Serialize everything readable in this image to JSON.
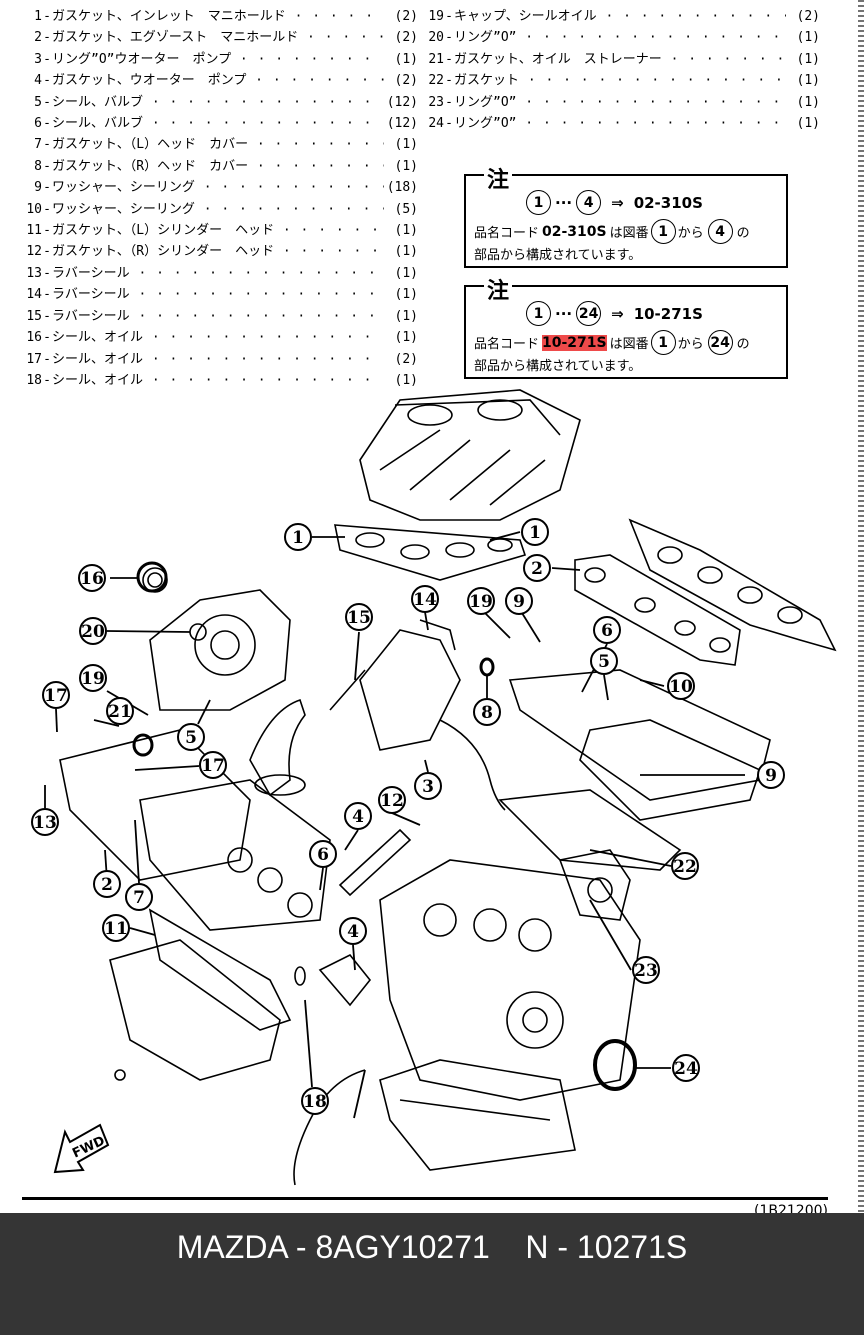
{
  "parts_left": [
    {
      "num": "1",
      "name": "ガスケット、インレット　マニホールド",
      "qty": "(2)"
    },
    {
      "num": "2",
      "name": "ガスケット、エグゾースト　マニホールド",
      "qty": "(2)"
    },
    {
      "num": "3",
      "name": "リング”O”ウオーター　ポンプ",
      "qty": "(1)"
    },
    {
      "num": "4",
      "name": "ガスケット、ウオーター　ポンプ",
      "qty": "(2)"
    },
    {
      "num": "5",
      "name": "シール、バルブ",
      "qty": "(12)"
    },
    {
      "num": "6",
      "name": "シール、バルブ",
      "qty": "(12)"
    },
    {
      "num": "7",
      "name": "ガスケット、（L）ヘッド　カバー",
      "qty": "(1)"
    },
    {
      "num": "8",
      "name": "ガスケット、（R）ヘッド　カバー",
      "qty": "(1)"
    },
    {
      "num": "9",
      "name": "ワッシャー、シーリング",
      "qty": "(18)"
    },
    {
      "num": "10",
      "name": "ワッシャー、シーリング",
      "qty": "(5)"
    },
    {
      "num": "11",
      "name": "ガスケット、（L）シリンダー　ヘッド",
      "qty": "(1)"
    },
    {
      "num": "12",
      "name": "ガスケット、（R）シリンダー　ヘッド",
      "qty": "(1)"
    },
    {
      "num": "13",
      "name": "ラバーシール",
      "qty": "(1)"
    },
    {
      "num": "14",
      "name": "ラバーシール",
      "qty": "(1)"
    },
    {
      "num": "15",
      "name": "ラバーシール",
      "qty": "(1)"
    },
    {
      "num": "16",
      "name": "シール、オイル",
      "qty": "(1)"
    },
    {
      "num": "17",
      "name": "シール、オイル",
      "qty": "(2)"
    },
    {
      "num": "18",
      "name": "シール、オイル",
      "qty": "(1)"
    }
  ],
  "parts_right": [
    {
      "num": "19",
      "name": "キャップ、シールオイル",
      "qty": "(2)"
    },
    {
      "num": "20",
      "name": "リング”O”",
      "qty": "(1)"
    },
    {
      "num": "21",
      "name": "ガスケット、オイル　ストレーナー",
      "qty": "(1)"
    },
    {
      "num": "22",
      "name": "ガスケット",
      "qty": "(1)"
    },
    {
      "num": "23",
      "name": "リング”O”",
      "qty": "(1)"
    },
    {
      "num": "24",
      "name": "リング”O”",
      "qty": "(1)"
    }
  ],
  "notes": [
    {
      "head": "注",
      "from": "1",
      "ellipsis": "···",
      "to": "4",
      "arrow": "⇒",
      "code": "02-310S",
      "prefix": "品名コード",
      "mid": "は図番",
      "kara": "から",
      "no": "の",
      "line3": "部品から構成されています。"
    },
    {
      "head": "注",
      "from": "1",
      "ellipsis": "···",
      "to": "24",
      "arrow": "⇒",
      "code": "10-271S",
      "prefix": "品名コード",
      "mid": "は図番",
      "kara": "から",
      "no": "の",
      "line3": "部品から構成されています。"
    }
  ],
  "fwd_label": "FWD",
  "drawing_code": "(1B21200)",
  "footer": "MAZDA - 8AGY10271    N - 10271S",
  "highlight_color": "#ef4a4a",
  "callouts": [
    "1",
    "1",
    "2",
    "16",
    "20",
    "15",
    "14",
    "19",
    "9",
    "6",
    "5",
    "10",
    "17",
    "19",
    "21",
    "5",
    "17",
    "8",
    "9",
    "13",
    "3",
    "4",
    "12",
    "6",
    "7",
    "2",
    "11",
    "22",
    "4",
    "23",
    "18",
    "24"
  ]
}
